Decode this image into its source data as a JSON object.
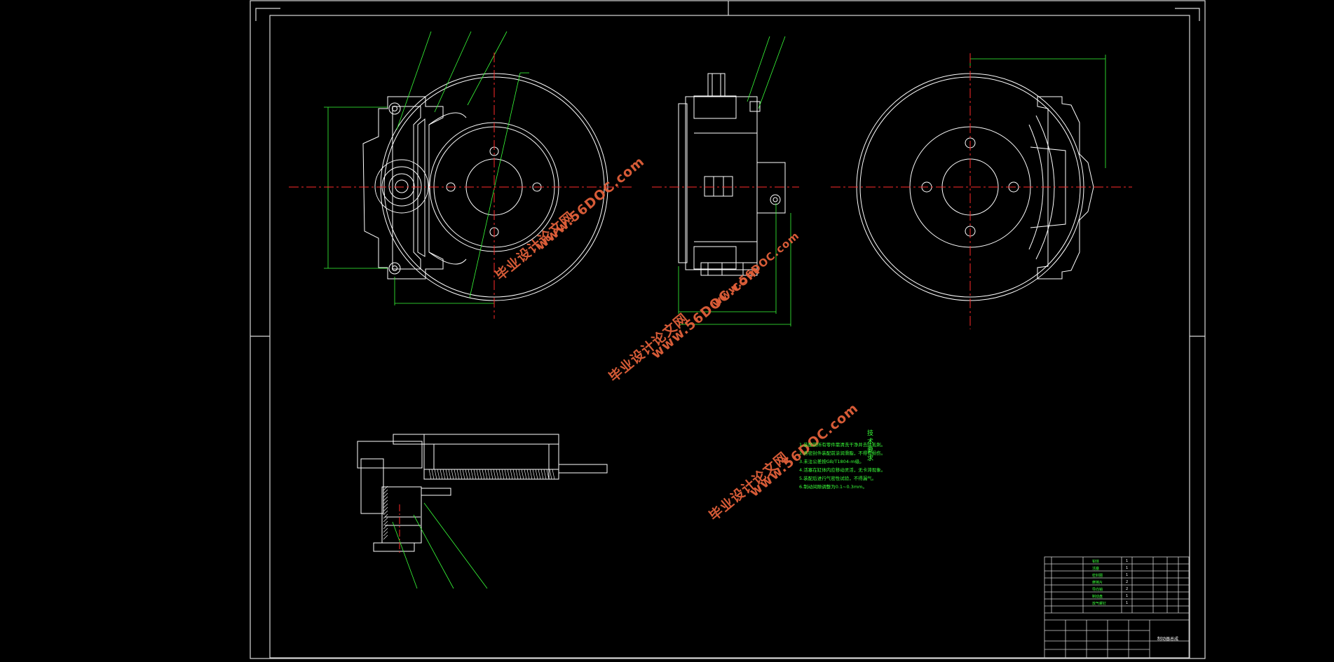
{
  "drawing": {
    "name": "disc-brake-assembly-drawing",
    "colors": {
      "background": "#000000",
      "outline": "#ffffff",
      "centerline": "#ff2a2a",
      "dimension": "#39ff39",
      "watermark": "#e2603a",
      "border": "#cfcfcf"
    }
  },
  "watermarks": [
    {
      "text": "毕业设计论文网"
    },
    {
      "text": "www.56DOC.com"
    },
    {
      "text": "毕业设计论文网"
    },
    {
      "text": "www.56DOC.com"
    },
    {
      "text": "毕业设计论文网"
    },
    {
      "text": "www.56DOC.com"
    },
    {
      "text": "www.56DOC.com"
    }
  ],
  "technical_notes": {
    "title": "技术要求",
    "lines": [
      "1.装配前所有零件需清洗干净并去除毛刺。",
      "2.各密封件装配前涂润滑脂，不得有损伤。",
      "3.未注公差按GB/T1804-m级。",
      "4.活塞在缸体内应移动灵活，无卡滞现象。",
      "5.装配后进行气密性试验，不得漏气。",
      "6.制动间隙调整为0.1~0.3mm。"
    ]
  },
  "title_block": {
    "drawing_title": "制动器总成",
    "bom_rows": [
      {
        "name": "钳体",
        "qty": "1"
      },
      {
        "name": "活塞",
        "qty": "1"
      },
      {
        "name": "密封圈",
        "qty": "1"
      },
      {
        "name": "摩擦片",
        "qty": "2"
      },
      {
        "name": "导向销",
        "qty": "2"
      },
      {
        "name": "制动盘",
        "qty": "1"
      },
      {
        "name": "放气螺钉",
        "qty": "1"
      }
    ]
  }
}
